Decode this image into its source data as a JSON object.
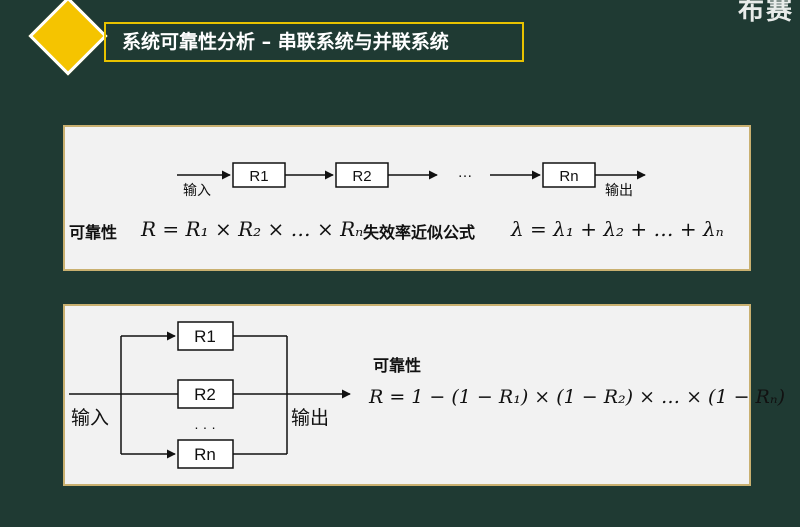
{
  "logo": {
    "text": "布赛"
  },
  "header": {
    "title": "系统可靠性分析 – 串联系统与并联系统"
  },
  "series": {
    "input_label": "输入",
    "output_label": "输出",
    "blocks": [
      "R1",
      "R2",
      "Rn"
    ],
    "ellipsis": "…",
    "reliability_label": "可靠性",
    "reliability_formula": "R = R₁ × R₂ × … × Rₙ",
    "failure_label": "失效率近似公式",
    "failure_formula": "λ = λ₁ + λ₂ + … + λₙ"
  },
  "parallel": {
    "input_label": "输入",
    "output_label": "输出",
    "blocks": [
      "R1",
      "R2",
      "Rn"
    ],
    "dots": "· · ·",
    "reliability_label": "可靠性",
    "reliability_formula": "R = 1 − (1 − R₁) × (1 − R₂) × … × (1 − Rₙ)"
  },
  "colors": {
    "background": "#1f3a33",
    "accent": "#f5c400",
    "panel": "#f2f2f2"
  }
}
